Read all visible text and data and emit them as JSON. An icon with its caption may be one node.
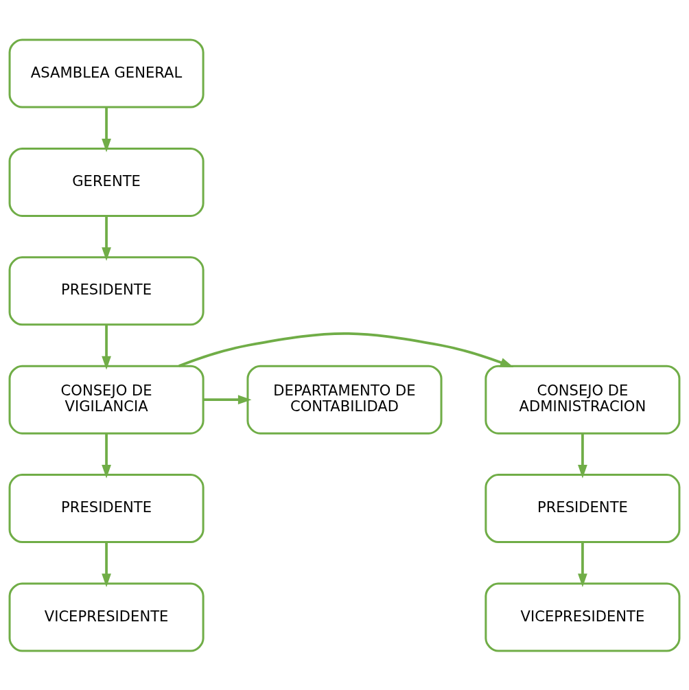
{
  "diagram": {
    "nodes": [
      {
        "text": [
          "ASAMBLEA GENERAL"
        ]
      },
      {
        "text": [
          "GERENTE"
        ]
      },
      {
        "text": [
          "PRESIDENTE"
        ]
      },
      {
        "text": [
          "CONSEJO DE ADMINISTRACION"
        ]
      },
      {
        "text": [
          "CONSEJO DE VIGILANCIA"
        ]
      },
      {
        "text": [
          "DEPARTAMENTO DE CONTABILIDAD"
        ]
      },
      {
        "text": [
          "PRESIDENTE"
        ]
      },
      {
        "text": [
          "PRESIDENTE"
        ]
      },
      {
        "text": [
          "VICEPRESIDENTE"
        ]
      },
      {
        "text": [
          "VICEPRESIDENTE"
        ]
      }
    ],
    "edges": [
      {
        "from": 0,
        "to": 1,
        "arrow": "to"
      },
      {
        "from": 1,
        "to": 2,
        "arrow": "to"
      },
      {
        "from": 2,
        "to": 4,
        "arrow": "to"
      },
      {
        "from": 4,
        "to": 3,
        "arrow": "to"
      },
      {
        "from": 4,
        "to": 5,
        "arrow": "to"
      },
      {
        "from": 3,
        "to": 6,
        "arrow": "to"
      },
      {
        "from": 4,
        "to": 7,
        "arrow": "to"
      },
      {
        "from": 6,
        "to": 8,
        "arrow": "to"
      },
      {
        "from": 7,
        "to": 9,
        "arrow": "to"
      }
    ]
  }
}
